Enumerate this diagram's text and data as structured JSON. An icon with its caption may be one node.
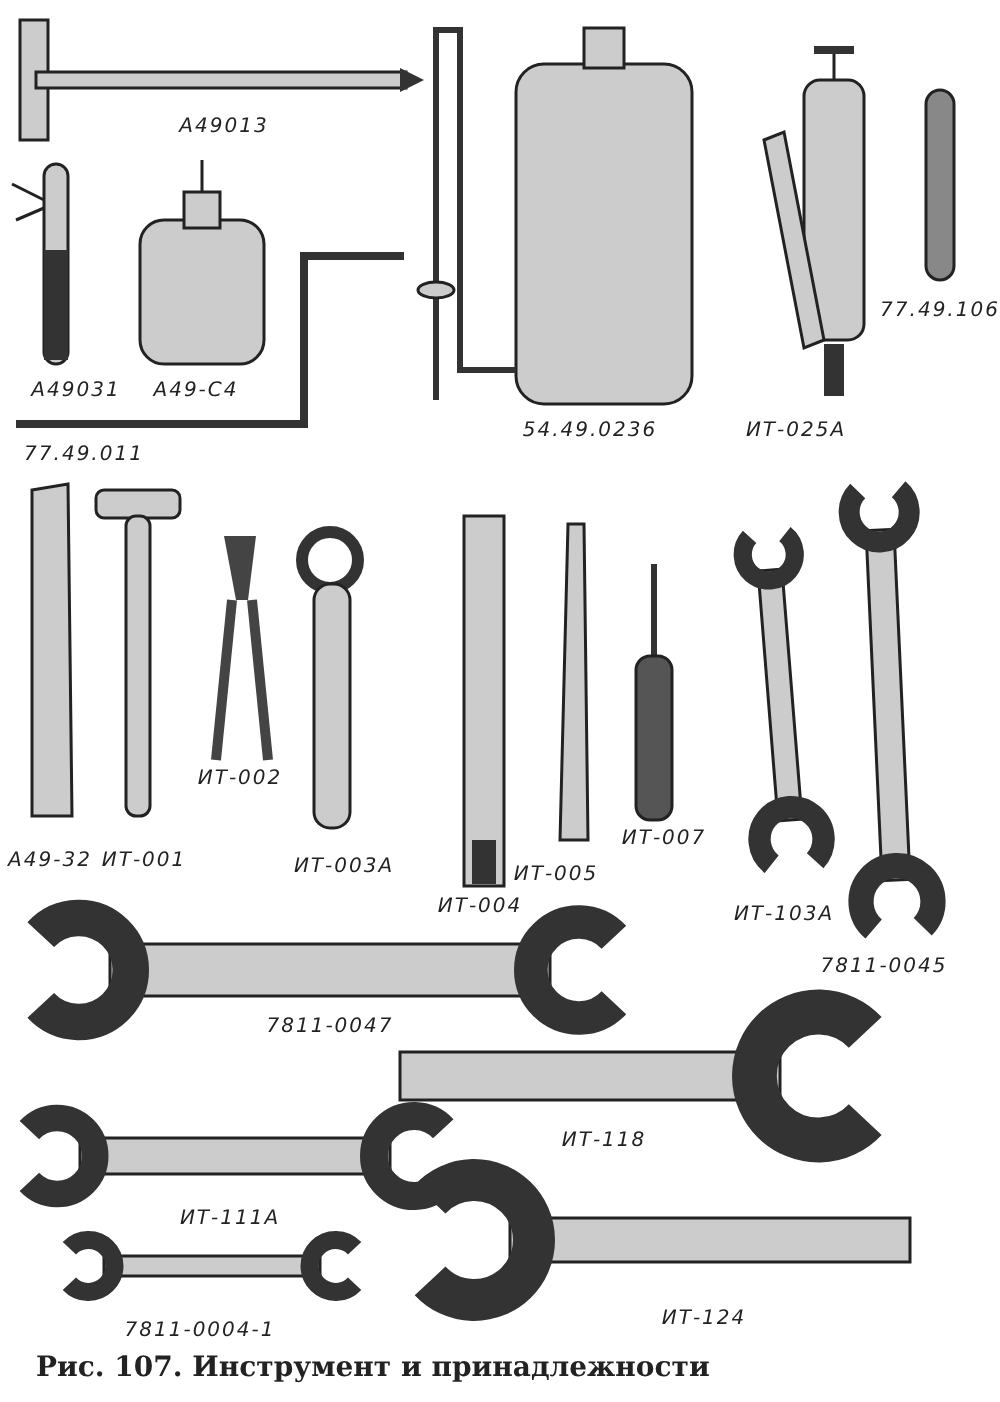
{
  "diagram": {
    "caption": "Рис. 107. Инструмент и принадлежности",
    "labels": [
      "А49013",
      "А49031",
      "А49-С4",
      "77.49.011",
      "54.49.0236",
      "ИТ-025А",
      "77.49.106",
      "А49-32",
      "ИТ-001",
      "ИТ-002",
      "ИТ-003А",
      "ИТ-004",
      "ИТ-005",
      "ИТ-007",
      "ИТ-103А",
      "7811-0045",
      "7811-0047",
      "ИТ-118",
      "ИТ-111А",
      "7811-0004-1",
      "ИТ-124"
    ]
  }
}
